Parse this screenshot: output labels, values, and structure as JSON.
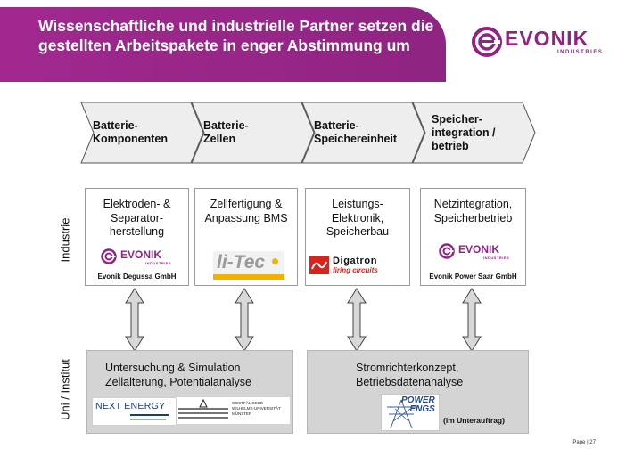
{
  "header": {
    "title": "Wissenschaftliche und industrielle Partner setzen die gestellten Arbeitspakete in enger Abstimmung um",
    "logo_text": "EVONIK",
    "logo_subtext": "INDUSTRIES"
  },
  "colors": {
    "brand": "#8f2482",
    "box_fill": "#d4d4d4",
    "chevron_fill": "#eeeeee"
  },
  "phases": [
    {
      "label": "Batterie-\nKomponenten"
    },
    {
      "label": "Batterie-\nZellen"
    },
    {
      "label": "Batterie-\nSpeichereinheit"
    },
    {
      "label": "Speicher-\nintegration /\nbetrieb"
    }
  ],
  "rows": {
    "industrie": "Industrie",
    "uni": "Uni / Institut"
  },
  "industry_boxes": [
    {
      "text": "Elektroden- &\nSeparator-\nherstellung",
      "logo_text": "EVONIK",
      "logo_subtext": "INDUSTRIES",
      "company": "Evonik Degussa GmbH"
    },
    {
      "text": "Zellfertigung &\nAnpassung BMS",
      "logo_text": "li-Tec",
      "company": ""
    },
    {
      "text": "Leistungs-\nElektronik,\nSpeicherbau",
      "logo_text": "Digatron",
      "logo_subtext": "firing circuits",
      "company": ""
    },
    {
      "text": "Netzintegration,\nSpeicherbetrieb",
      "logo_text": "EVONIK",
      "logo_subtext": "INDUSTRIES",
      "company": "Evonik Power Saar GmbH"
    }
  ],
  "uni_boxes": [
    {
      "text": "Untersuchung & Simulation\nZellalterung, Potentialanalyse",
      "logo1_text": "NEXT ENERGY",
      "logo2_text": "WESTFÄLISCHE\nWILHELMS-UNIVERSITÄT\nMÜNSTER"
    },
    {
      "text": "Stromrichterkonzept,\nBetriebsdatenanalyse",
      "logo_text": "POWER\nENGS",
      "note": "(im Unterauftrag)"
    }
  ],
  "footer": {
    "page": "Page | 27"
  }
}
